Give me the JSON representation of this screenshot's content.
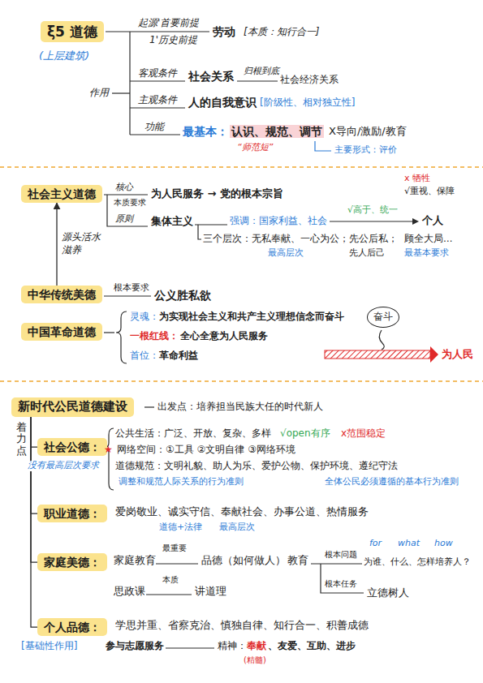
{
  "diagram": {
    "nodes": [
      {
        "text": [
          "ξ5 道德"
        ]
      },
      {
        "text": [
          "社会主义道德"
        ]
      },
      {
        "text": [
          "中华传统美德"
        ]
      },
      {
        "text": [
          "中国革命道德"
        ]
      },
      {
        "text": [
          "奋斗"
        ]
      },
      {
        "text": [
          "新时代公民道德建设"
        ]
      },
      {
        "text": [
          "社会公德："
        ]
      },
      {
        "text": [
          "职业道德："
        ]
      },
      {
        "text": [
          "家庭美德："
        ]
      },
      {
        "text": [
          "个人品德："
        ]
      }
    ],
    "edges": [
      {
        "from": 2,
        "to": 1,
        "arrow": "to",
        "label": "源头活水 滋养"
      },
      {
        "from": 5,
        "to": 6,
        "arrow": "none"
      },
      {
        "from": 5,
        "to": 7,
        "arrow": "none"
      },
      {
        "from": 5,
        "to": 8,
        "arrow": "none"
      },
      {
        "from": 5,
        "to": 9,
        "arrow": "none"
      }
    ],
    "labels": [
      "(上层建筑)",
      "起源'首要前提",
      "1'历史前提",
      "劳动",
      "[本质：知行合一]",
      "作用",
      "客观条件",
      "社会关系",
      "归根到底",
      "社会经济关系",
      "主观条件",
      "人的自我意识",
      "[阶级性、相对独立性]",
      "功能",
      "最基本：",
      "认识、规范、调节",
      "X导向/激励/教育",
      "“师范短”",
      "主要形式：评价",
      "核心",
      "本质要求",
      "为人民服务 → 党的根本宗旨",
      "x 牺牲",
      "√重视、保障",
      "原则",
      "集体主义",
      "强调：国家利益、社会",
      "√高于、统一",
      "个人",
      "三个层次：无私奉献、一心为公；",
      "先公后私；",
      "顾全大局…",
      "最高层次",
      "先人后己",
      "最基本要求",
      "根本要求",
      "公义胜私欲",
      "灵魂：",
      "为实现社会主义和共产主义理想信念而奋斗",
      "一根红线：",
      "全心全意为人民服务",
      "首位：",
      "革命利益",
      "为人民",
      "出发点：培养担当民族大任的时代新人",
      "着力点",
      "没有最高层次要求",
      "公共生活：广泛、开放、复杂、多样",
      "√open有序",
      "x范围稳定",
      "★",
      "网络空间：①工具 ②文明自律 ③网络环境",
      "道德规范：文明礼貌、助人为乐、爱护公物、保护环境、遵纪守法",
      "调整和规范人际关系的行为准则",
      "全体公民必须遵循的基本行为准则",
      "爱岗敬业、诚实守信、奉献社会、办事公道、热情服务",
      "道德+法律",
      "最高层次",
      "家庭教育",
      "最重要",
      "品德（如何做人）",
      "教育",
      "根本问题",
      "for",
      "what",
      "how",
      "为谁、什么、怎样培养人？",
      "根本任务",
      "立德树人",
      "思政课",
      "本质",
      "讲道理",
      "学思并重、省察克治、慎独自律、知行合一、积善成德",
      "[基础性作用]",
      "参与志愿服务",
      "精神：",
      "奉献",
      "、友爱、互助、进步",
      "(精髓)"
    ]
  }
}
